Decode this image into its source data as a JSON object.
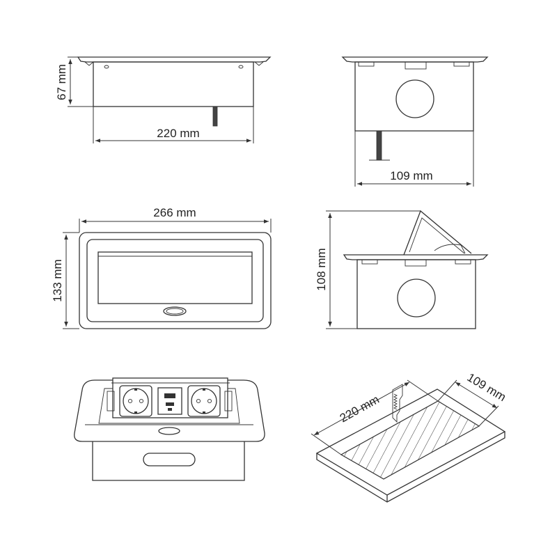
{
  "dimensions": {
    "front_height": "67 mm",
    "front_width": "220 mm",
    "side_depth": "109 mm",
    "top_width": "266 mm",
    "top_height": "133 mm",
    "open_height": "108 mm",
    "cutout_width": "220 mm",
    "cutout_depth": "109 mm"
  },
  "colors": {
    "line": "#333333",
    "background": "#ffffff"
  }
}
